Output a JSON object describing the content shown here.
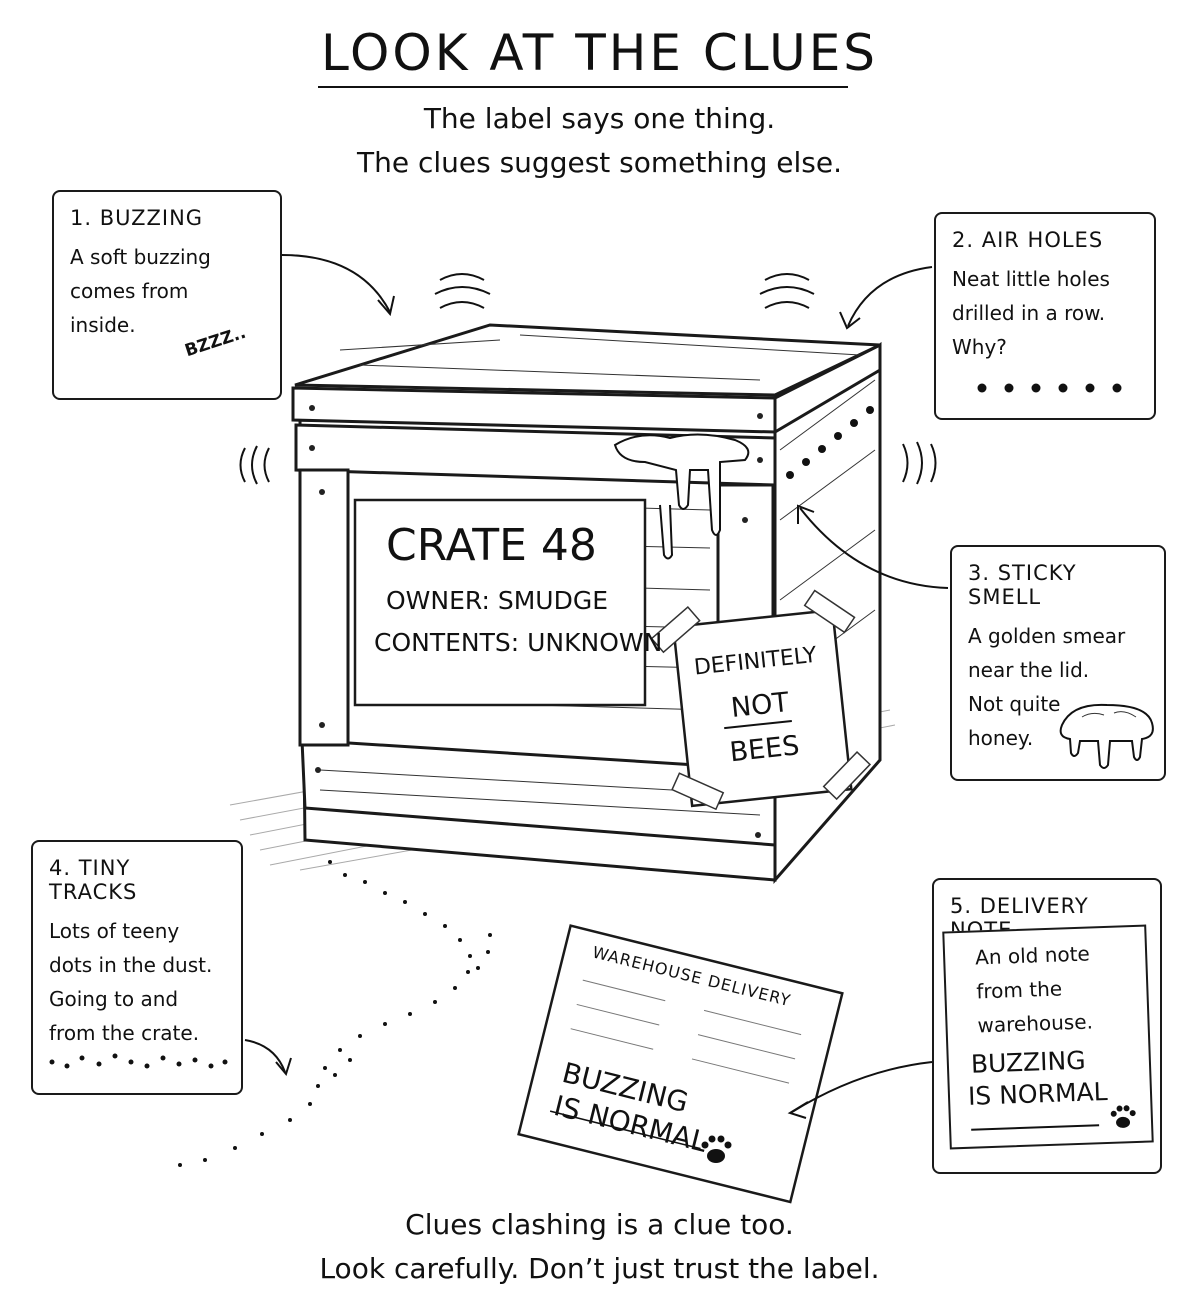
{
  "title": "LOOK AT THE CLUES",
  "subtitle": {
    "line1": "The label says one thing.",
    "line2": "The clues suggest something else."
  },
  "crate": {
    "label_title": "CRATE 48",
    "owner": "OWNER: SMUDGE",
    "contents": "CONTENTS: UNKNOWN",
    "sign": {
      "line1": "DEFINITELY",
      "line2": "NOT",
      "line3": "BEES"
    }
  },
  "clues": [
    {
      "heading": "1. BUZZING",
      "body": "A soft buzzing\ncomes from\ninside.",
      "sound": "BZZZ.."
    },
    {
      "heading": "2. AIR HOLES",
      "body": "Neat little holes\ndrilled in a row.\nWhy?"
    },
    {
      "heading": "3. STICKY SMELL",
      "body": "A golden smear\nnear the lid.\nNot quite\nhoney."
    },
    {
      "heading": "4. TINY TRACKS",
      "body": "Lots of teeny\ndots in the dust.\nGoing to and\nfrom the crate."
    },
    {
      "heading": "5. DELIVERY NOTE",
      "body": "An old note\nfrom the\nwarehouse.",
      "note_big_line1": "BUZZING",
      "note_big_line2": "IS NORMAL"
    }
  ],
  "delivery_paper": {
    "title": "WAREHOUSE DELIVERY",
    "big_line1": "BUZZING",
    "big_line2": "IS NORMAL"
  },
  "footer": {
    "line1": "Clues clashing is a clue too.",
    "line2": "Look carefully. Don’t just trust the label."
  },
  "icons": [
    "paw-print-icon",
    "honey-drip-icon",
    "sound-wave-icon",
    "arrow-icon"
  ]
}
